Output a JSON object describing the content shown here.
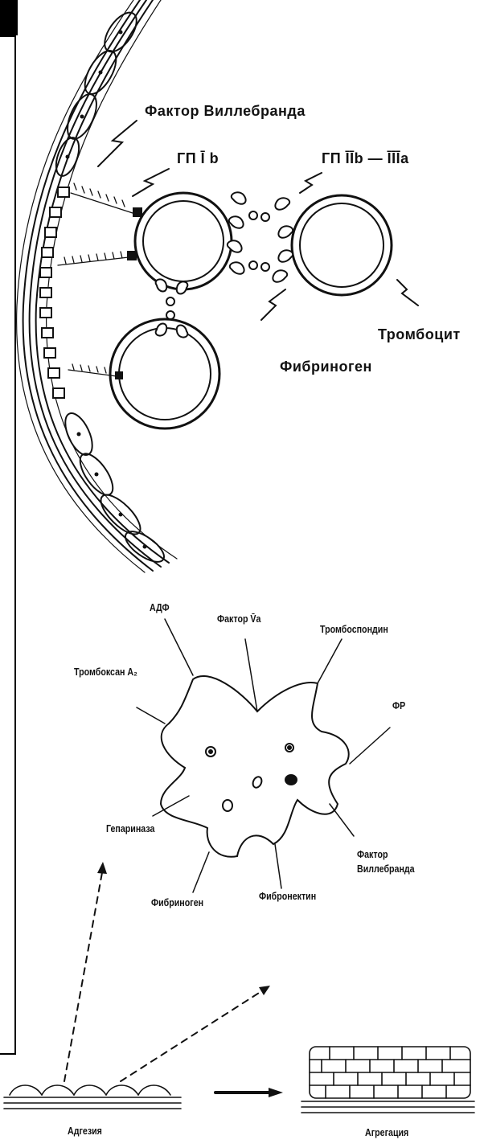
{
  "top_diagram": {
    "label_vwf": "Фактор Виллебранда",
    "label_gp1b": "ГП Ī b",
    "label_gp2b3a": "ГП ĪĪb — ĪĪĪa",
    "label_platelet": "Тромбоцит",
    "label_fibrinogen": "Фибриноген"
  },
  "secretion_diagram": {
    "label_adp": "АДФ",
    "label_factor5a": "Фактор V̄a",
    "label_thrombospondin": "Тромбоспондин",
    "label_thromboxane": "Тромбоксан A₂",
    "label_fr": "ФР",
    "label_heparinase": "Гепариназа",
    "label_vwf": "Фактор",
    "label_vwf2": "Виллебранда",
    "label_fibrinogen": "Фибриноген",
    "label_fibronectin": "Фибронектин"
  },
  "bottom": {
    "label_adhesion": "Адгезия",
    "label_aggregation": "Агрегация"
  }
}
